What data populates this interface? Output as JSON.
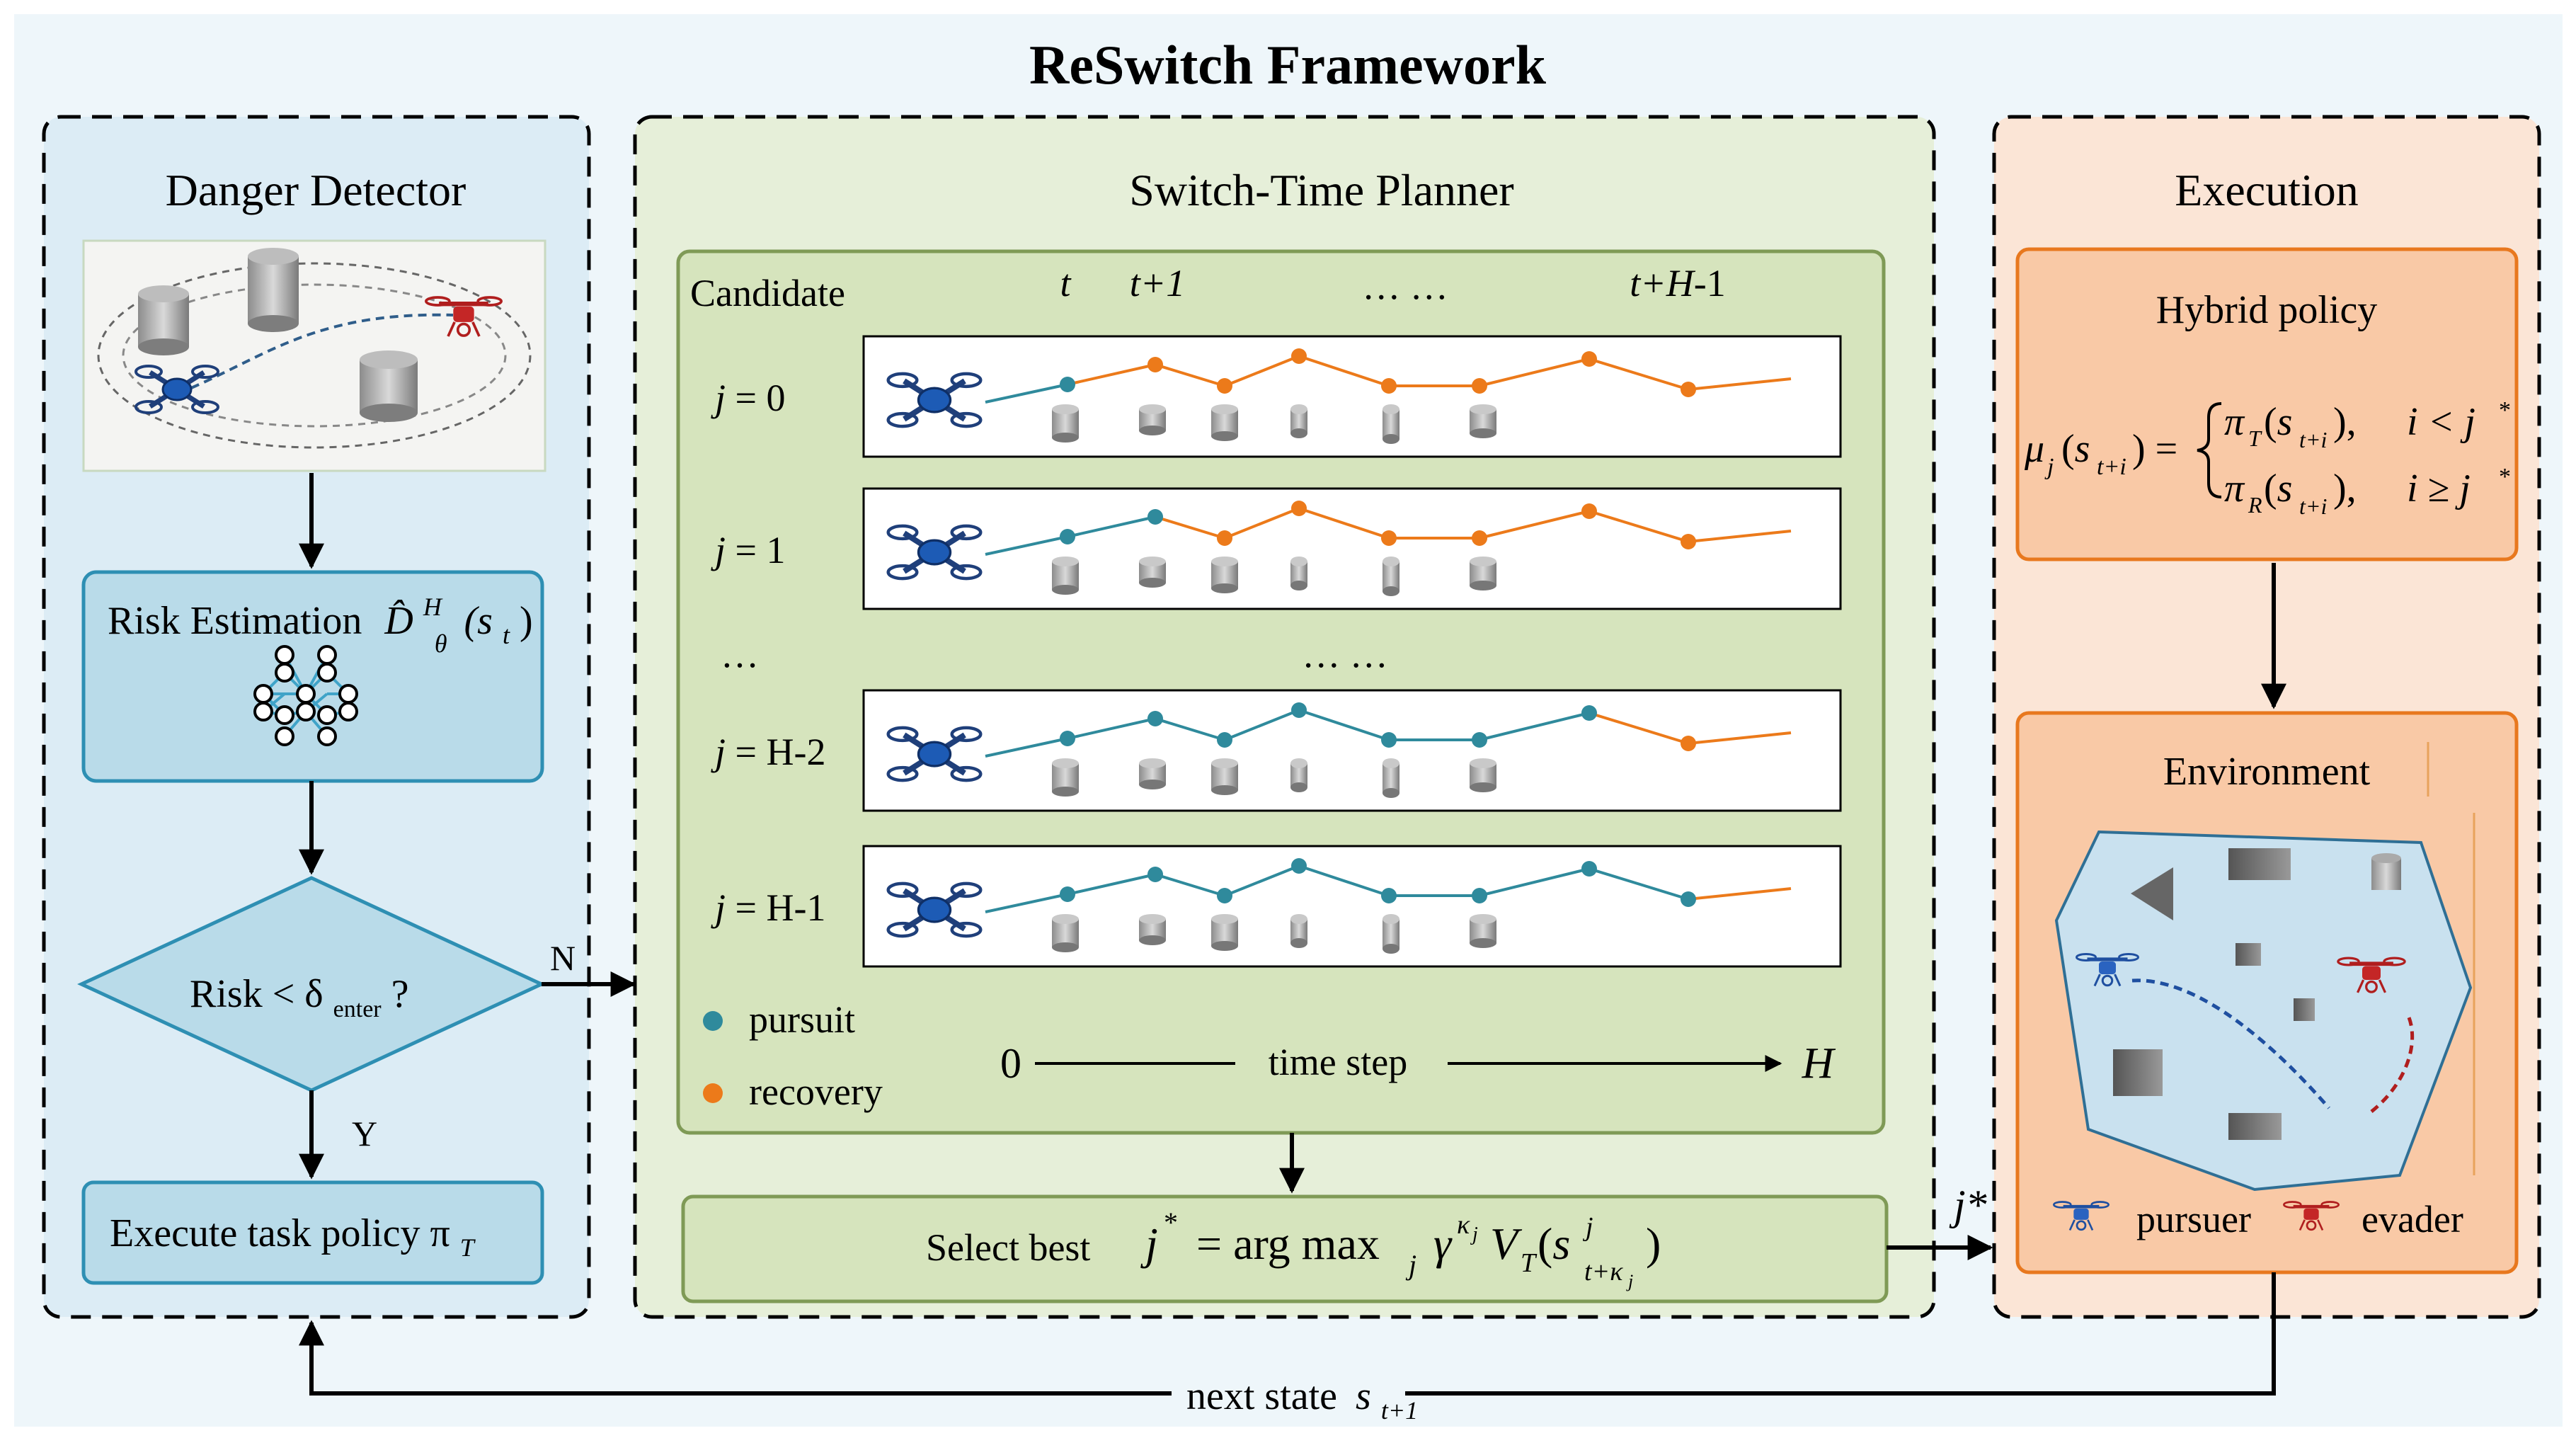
{
  "title": "ReSwitch Framework",
  "panels": {
    "detector": {
      "title": "Danger Detector",
      "risk_box": {
        "label": "Risk Estimation",
        "symbol": "D̂",
        "sup": "H",
        "sub": "θ",
        "arg": "(s",
        "arg_sub": "t",
        "close": ")"
      },
      "decision": {
        "label": "Risk < δ",
        "sub": "enter",
        "suffix": " ?"
      },
      "no_label": "N",
      "yes_label": "Y",
      "execute": {
        "label": "Execute task policy π",
        "sub": "T"
      }
    },
    "planner": {
      "title": "Switch-Time Planner",
      "header": {
        "candidate": "Candidate",
        "t0": "t",
        "t1": "t+1",
        "dots": "… …",
        "tlast_pre": "t+",
        "tlast_H": "H",
        "tlast_post": "-1"
      },
      "rows": [
        {
          "label_j": "j",
          "label_rest": " = 0",
          "switch_index": 0
        },
        {
          "label_j": "j",
          "label_rest": " = 1",
          "switch_index": 1
        },
        {
          "label_j": "j",
          "label_rest": " = H-2",
          "switch_index": 6
        },
        {
          "label_j": "j",
          "label_rest": " = H-1",
          "switch_index": 7
        }
      ],
      "ellipsis_left": "…",
      "ellipsis_mid": "… …",
      "legend": {
        "pursuit": "pursuit",
        "recovery": "recovery"
      },
      "time_axis": {
        "start": "0",
        "label": "time step",
        "end": "H"
      },
      "select": {
        "label": "Select best",
        "formula": "j* = arg max_j γ^κj V_T(s^j_{t+κj})"
      }
    },
    "execution": {
      "title": "Execution",
      "hybrid": {
        "title": "Hybrid policy",
        "formula": "μ_j(s_{t+i}) = { π_T(s_{t+i}), i < j* ; π_R(s_{t+i}), i ≥ j* }"
      },
      "environment": {
        "title": "Environment",
        "pursuer": "pursuer",
        "evader": "evader"
      }
    }
  },
  "edge_labels": {
    "jstar": "j*",
    "next_state": "next state",
    "next_state_sym": "s",
    "next_state_sub": "t+1"
  },
  "colors": {
    "outer_bg": "#eef6fa",
    "detector_bg": "#dcecf5",
    "planner_bg": "#e6efd9",
    "exec_bg": "#fbe5d6",
    "box_blue": "#b9dbe9",
    "box_blue_stroke": "#2e8fb3",
    "box_green": "#d6e4bd",
    "box_green_stroke": "#7f9a56",
    "box_orange": "#f9c9a6",
    "box_orange_stroke": "#e8781e",
    "pursuit": "#2f8a9c",
    "recovery": "#ec7a1a"
  },
  "icons": [
    "drone-icon",
    "cylinder-icon",
    "neural-net-icon",
    "arrow-icon"
  ]
}
